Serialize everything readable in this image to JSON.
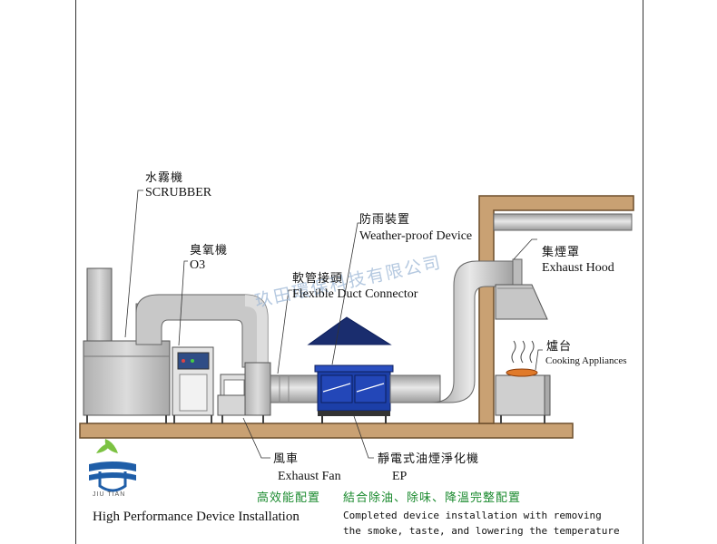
{
  "labels": {
    "scrubber_zh": "水霧機",
    "scrubber_en": "SCRUBBER",
    "ozone_zh": "臭氧機",
    "ozone_en": "O3",
    "flex_zh": "軟管接頭",
    "flex_en": "Flexible Duct Connector",
    "weather_zh": "防雨裝置",
    "weather_en": "Weather-proof Device",
    "hood_zh": "集煙罩",
    "hood_en": "Exhaust Hood",
    "stove_zh": "爐台",
    "stove_en": "Cooking Appliances",
    "fan_zh": "風車",
    "fan_en": "Exhaust Fan",
    "ep_zh": "靜電式油煙淨化機",
    "ep_en": "EP"
  },
  "footer": {
    "title_zh": "高效能配置",
    "subtitle_zh": "結合除油、除味、降溫完整配置",
    "title_en": "High Performance Device Installation",
    "desc_line1": "Completed device installation with removing",
    "desc_line2": "the smoke, taste, and lowering the temperature"
  },
  "logo": {
    "text": "JIU  TIAN"
  },
  "watermark": "玖田環保科技有限公司",
  "colors": {
    "duct": "#c8c8c8",
    "floor": "#c9a173",
    "ep_blue": "#1c3fa8",
    "green_text": "#1a8a2e"
  }
}
